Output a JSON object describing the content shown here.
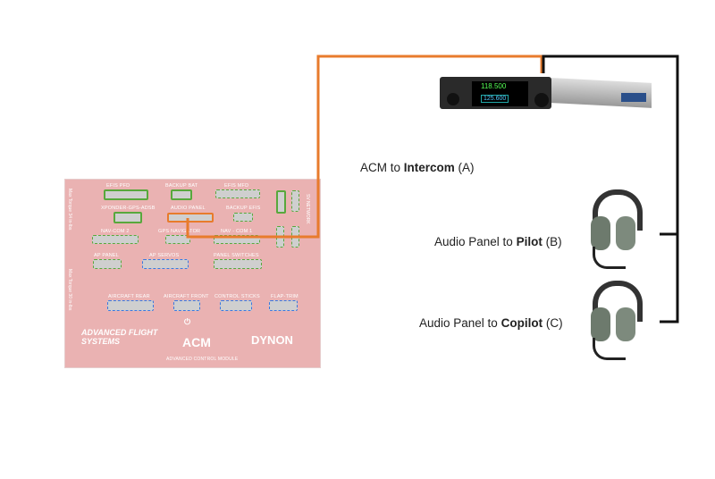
{
  "board": {
    "connectors": {
      "efis_pfd": "EFIS PFD",
      "backup_bat": "BACKUP BAT",
      "efis_mfd": "EFIS MFD",
      "xponder": "XPONDER-GPS-ADSB",
      "audio_panel": "AUDIO PANEL",
      "backup_efis": "BACKUP EFIS",
      "nav_com2": "NAV-COM 2",
      "gps_nav": "GPS NAVIGATOR",
      "nav_com1": "NAV - COM 1",
      "ap_panel": "AP PANEL",
      "ap_servos": "AP SERVOS",
      "panel_switches": "PANEL SWITCHES",
      "aircraft_rear": "AIRCRAFT REAR",
      "aircraft_front": "AIRCRAFT FRONT",
      "control_sticks": "CONTROL STICKS",
      "flap_trim": "FLAP-TRIM",
      "sv_network": "SV NETWORK"
    },
    "torque_top": "Max Torque 34 in-lbs",
    "torque_bottom": "Max Torque 30 in-lbs",
    "logo_afs": "ADVANCED FLIGHT SYSTEMS",
    "logo_acm": "ACM",
    "logo_acm_sub": "ADVANCED CONTROL MODULE",
    "logo_dynon": "DYNON"
  },
  "radio": {
    "freq_active": "118.500",
    "freq_standby": "125.600"
  },
  "captions": [
    {
      "pre": "ACM to ",
      "bold": "Intercom",
      "post": " (A)"
    },
    {
      "pre": "Audio Panel to ",
      "bold": "Pilot",
      "post": " (B)"
    },
    {
      "pre": "Audio Panel to ",
      "bold": "Copilot",
      "post": " (C)"
    }
  ],
  "colors": {
    "orange_wire": "#e87b2c",
    "black_wire": "#111111",
    "board": "#eab2b2",
    "green": "#58a83c",
    "blue": "#3a78e0"
  }
}
